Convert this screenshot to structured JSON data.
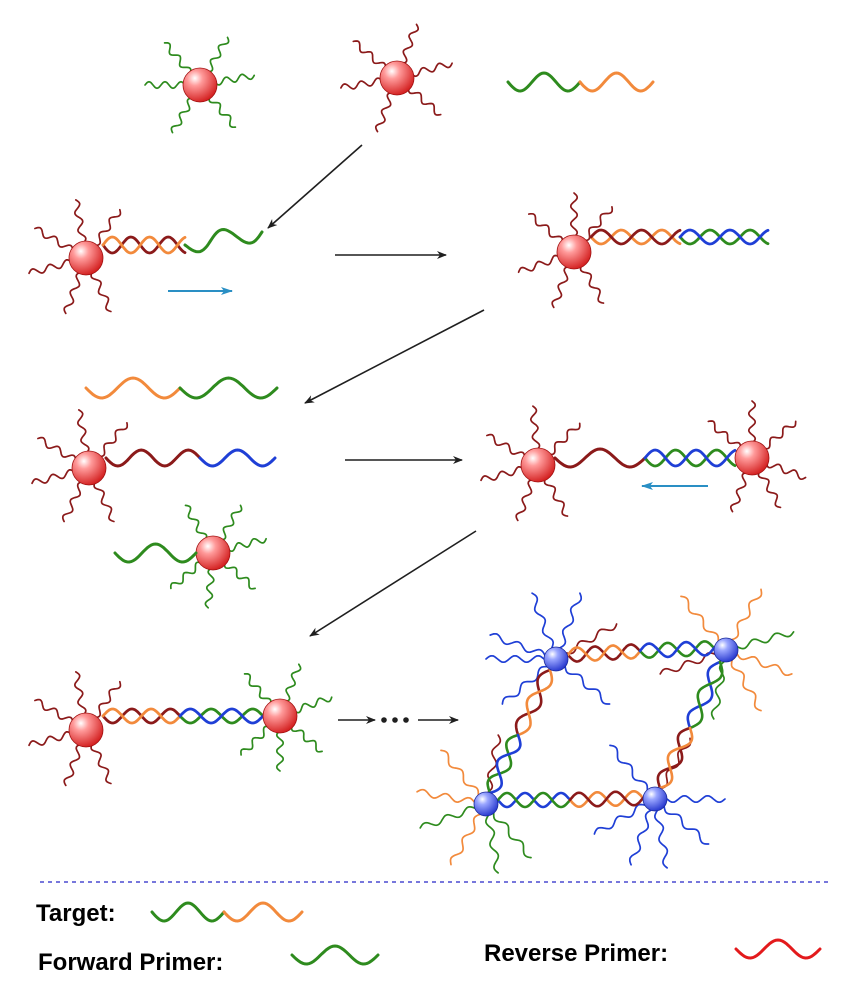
{
  "colors": {
    "forward_strand": "#2e8b1e",
    "target_tail": "#f28a3c",
    "reverse_strand": "#8b1a1a",
    "extension_strand": "#1f3fd6",
    "legend_reverse": "#e31a1c",
    "red_bead": "#e83a3a",
    "blue_bead": "#3d4fe0",
    "flow_arrow": "#1f1f1f",
    "polymerase_arrow": "#2a8fc4",
    "divider": "#4a4ad0"
  },
  "icons": {
    "red_bead": "red-gold-nanoparticle-icon",
    "blue_bead": "blue-gold-nanoparticle-icon",
    "strand": "dna-strand-icon"
  },
  "legend": {
    "target_label": "Target:",
    "forward_label": "Forward Primer:",
    "reverse_label": "Reverse Primer:"
  }
}
